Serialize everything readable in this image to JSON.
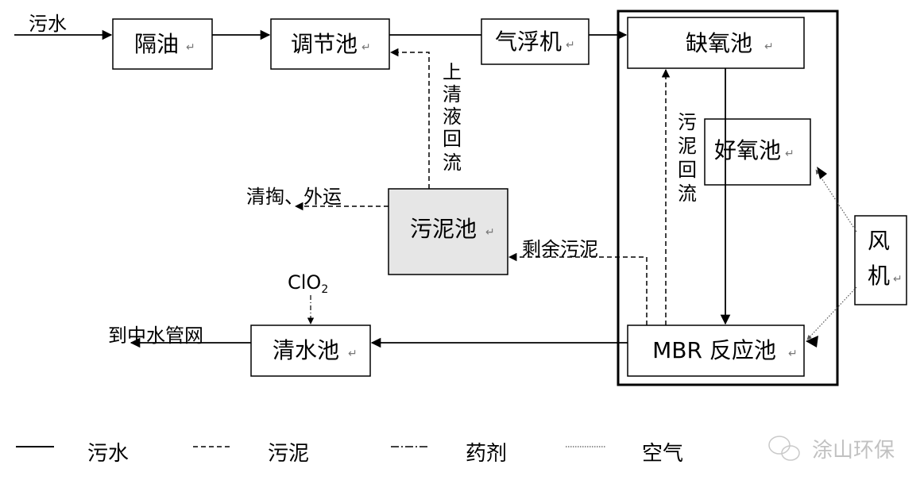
{
  "boxes": {
    "separator": "隔油",
    "regulating": "调节池",
    "air_flotation": "气浮机",
    "anoxic": "缺氧池",
    "aerobic": "好氧池",
    "sludge": "污泥池",
    "mbr": "MBR 反应池",
    "clear_water": "清水池",
    "blower": [
      "风",
      "机"
    ]
  },
  "labels": {
    "inlet": "污水",
    "supernatant_return": [
      "上",
      "清",
      "液",
      "回",
      "流"
    ],
    "sludge_return": [
      "污",
      "泥",
      "回",
      "流"
    ],
    "clean_out": "清掏、外运",
    "excess_sludge": "剩余污泥",
    "clo2": "ClO",
    "clo2_sub": "2",
    "outlet": "到中水管网"
  },
  "legend": {
    "sewage": "污水",
    "sludge": "污泥",
    "chemical": "药剂",
    "air": "空气"
  },
  "watermark": "涂山环保",
  "colors": {
    "stroke": "#000000",
    "sludge_fill": "#e6e6e6",
    "mark": "#777777"
  }
}
